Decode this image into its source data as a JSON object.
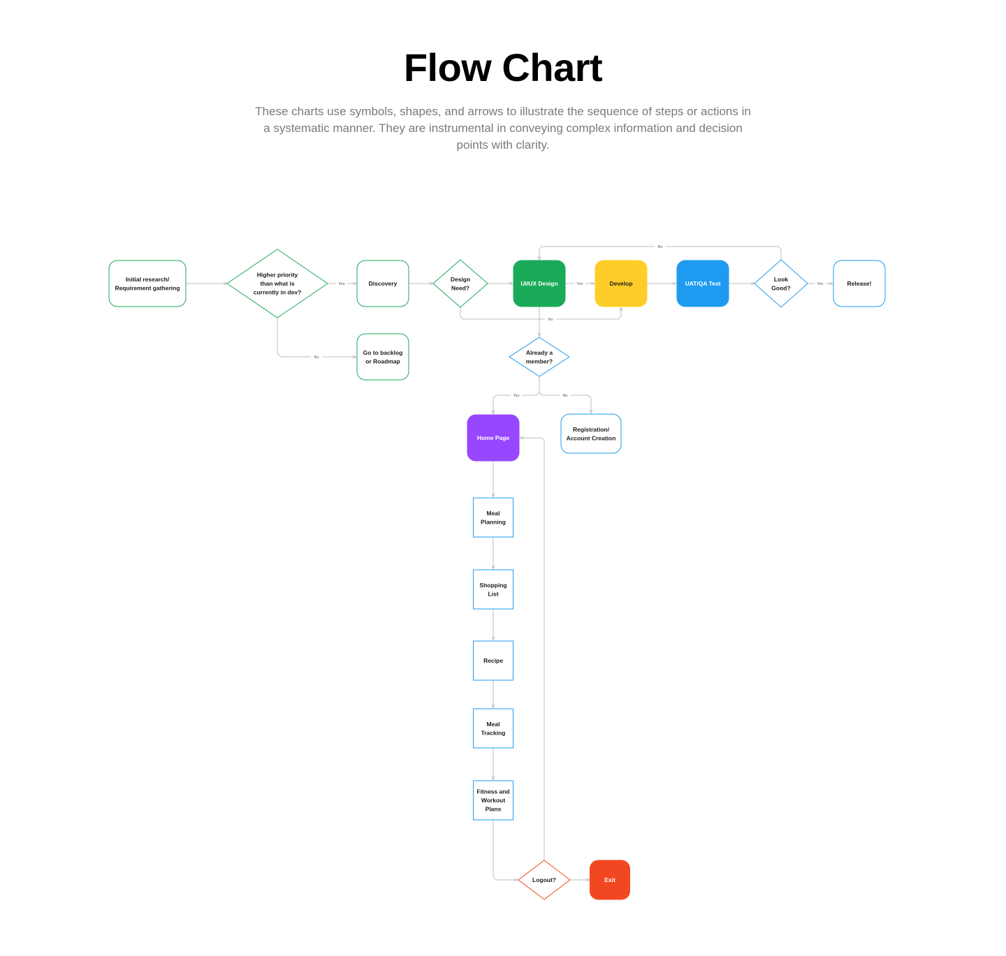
{
  "header": {
    "title": "Flow Chart",
    "subtitle": "These charts use symbols, shapes, and arrows to illustrate the sequence of steps or actions in a systematic manner. They are instrumental in conveying complex information and decision points with clarity."
  },
  "colors": {
    "green": "#1aab5a",
    "blue": "#1e9bf0",
    "yellow": "#ffcd29",
    "purple": "#9747ff",
    "red": "#f24822",
    "connector": "#bdbdbd"
  },
  "nodes": {
    "initial_research": [
      "Initial research/",
      "Requirement gathering"
    ],
    "higher_priority": [
      "Higher priority",
      "than what is",
      "currently in dev?"
    ],
    "discovery": [
      "Discovery"
    ],
    "design_need": [
      "Design",
      "Need?"
    ],
    "uiux_design": [
      "UI/UX Design"
    ],
    "develop": [
      "Develop"
    ],
    "uat_qa": [
      "UAT/QA Test"
    ],
    "look_good": [
      "Look",
      "Good?"
    ],
    "release": [
      "Release!"
    ],
    "backlog": [
      "Go to backlog",
      "or Roadmap"
    ],
    "already_member": [
      "Already a",
      "member?"
    ],
    "home_page": [
      "Home Page"
    ],
    "registration": [
      "Registration/",
      "Account Creation"
    ],
    "meal_planning": [
      "Meal",
      "Planning"
    ],
    "shopping_list": [
      "Shopping",
      "List"
    ],
    "recipe": [
      "Recipe"
    ],
    "meal_tracking": [
      "Meal",
      "Tracking"
    ],
    "fitness": [
      "Fitness and",
      "Workout",
      "Plans"
    ],
    "logout": [
      "Logout?"
    ],
    "exit": [
      "Exit"
    ]
  },
  "edge_labels": {
    "priority_yes": "Yes",
    "priority_no": "No",
    "design_no": "No",
    "uiux_yes": "Yes",
    "look_no": "No",
    "look_yes": "Yes",
    "member_yes": "Yes",
    "member_no": "No"
  }
}
